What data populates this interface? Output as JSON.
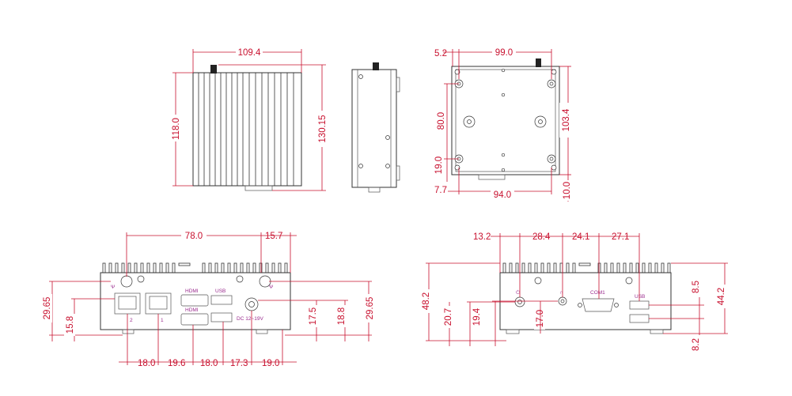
{
  "colors": {
    "dimension": "#c8102e",
    "outline": "#333333",
    "port_label": "#9b2d8f"
  },
  "top_view": {
    "width_dim": "109.4",
    "height_dim": "118.0",
    "overall_height_dim": "130.15"
  },
  "bottom_view": {
    "top_offset_dim": "5.2",
    "hole_span_x_dim": "99.0",
    "hole_span_y_dim": "80.0",
    "height_dim": "103.4",
    "bottom_offset_dim": "19.0",
    "left_offset_dim": "7.7",
    "bottom_span_dim": "94.0",
    "right_offset_dim": "10.0"
  },
  "front_view": {
    "top_dims": [
      "78.0",
      "15.7"
    ],
    "left_dims": [
      "29.65",
      "15.8"
    ],
    "right_dims": [
      "17.5",
      "18.8",
      "29.65"
    ],
    "bottom_dims": [
      "18.0",
      "19.6",
      "18.0",
      "17.3",
      "19.0"
    ],
    "port_labels": {
      "hdmi_top": "HDMI",
      "hdmi_bottom": "HDMI",
      "usb": "USB",
      "dc": "DC 12~19V",
      "lan2": "2",
      "lan1": "1"
    }
  },
  "rear_view": {
    "top_dims": [
      "13.2",
      "28.4",
      "24.1",
      "27.1"
    ],
    "left_dims": [
      "48.2",
      "20.7",
      "19.4",
      "17.0"
    ],
    "right_dims": [
      "8.5",
      "44.2",
      "8.2"
    ],
    "port_labels": {
      "com": "COM1",
      "usb": "USB"
    }
  }
}
